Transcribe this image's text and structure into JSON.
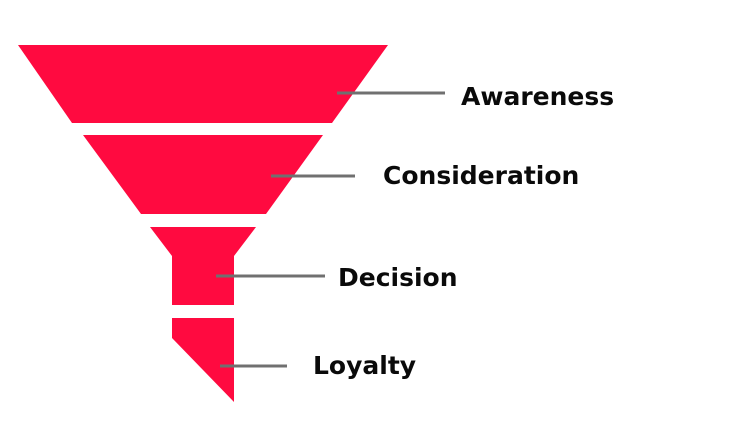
{
  "colors": {
    "funnel": "#ff0a40",
    "connector": "#707070",
    "label": "#0a0a0a",
    "background": "#ffffff"
  },
  "stages": [
    {
      "label": "Awareness"
    },
    {
      "label": "Consideration"
    },
    {
      "label": "Decision"
    },
    {
      "label": "Loyalty"
    }
  ]
}
